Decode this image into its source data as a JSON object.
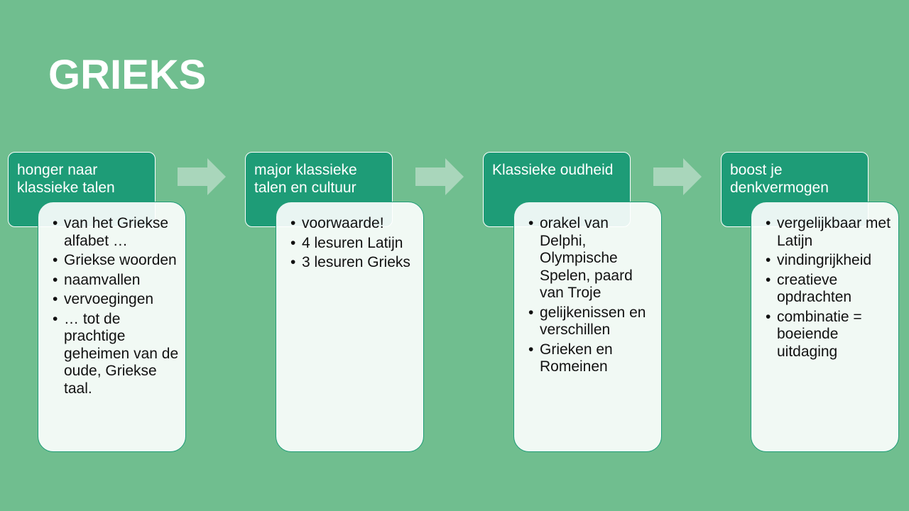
{
  "title": "GRIEKS",
  "colors": {
    "background": "#70be8f",
    "header_fill": "#1e9c77",
    "arrow_fill": "#a9d6bb"
  },
  "steps": [
    {
      "header": "honger naar klassieke talen",
      "items": [
        "van het Griekse alfabet …",
        "Griekse woorden",
        "naamvallen",
        "vervoegingen",
        "… tot de prachtige geheimen van de oude, Griekse taal."
      ]
    },
    {
      "header": "major klassieke talen en cultuur",
      "items": [
        "voorwaarde!",
        "4 lesuren Latijn",
        "3 lesuren Grieks"
      ]
    },
    {
      "header": "Klassieke oudheid",
      "items": [
        "orakel van Delphi, Olympische Spelen, paard van Troje",
        "gelijkenissen en verschillen",
        "Grieken en Romeinen"
      ]
    },
    {
      "header": "boost je denkvermogen",
      "items": [
        "vergelijkbaar met Latijn",
        "vindingrijkheid",
        "creatieve opdrachten",
        "combinatie = boeiende uitdaging"
      ]
    }
  ]
}
